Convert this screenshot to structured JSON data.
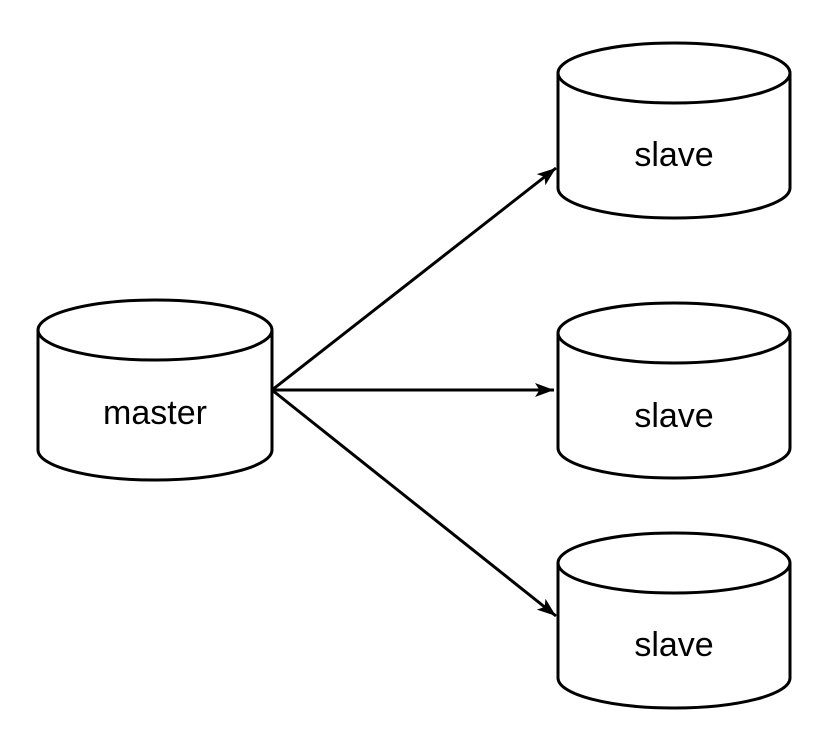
{
  "diagram": {
    "type": "database-replication-topology",
    "background_color": "#ffffff",
    "node_fill_color": "#ffffff",
    "node_stroke_color": "#000000",
    "edge_color": "#000000",
    "nodes": [
      {
        "id": "master",
        "label": "master",
        "shape": "database-cylinder",
        "position": "left-center"
      },
      {
        "id": "slave-top",
        "label": "slave",
        "shape": "database-cylinder",
        "position": "right-top"
      },
      {
        "id": "slave-middle",
        "label": "slave",
        "shape": "database-cylinder",
        "position": "right-middle"
      },
      {
        "id": "slave-bottom",
        "label": "slave",
        "shape": "database-cylinder",
        "position": "right-bottom"
      }
    ],
    "edges": [
      {
        "from": "master",
        "to": "slave-top",
        "arrowhead": "end"
      },
      {
        "from": "master",
        "to": "slave-middle",
        "arrowhead": "end"
      },
      {
        "from": "master",
        "to": "slave-bottom",
        "arrowhead": "end"
      }
    ]
  }
}
